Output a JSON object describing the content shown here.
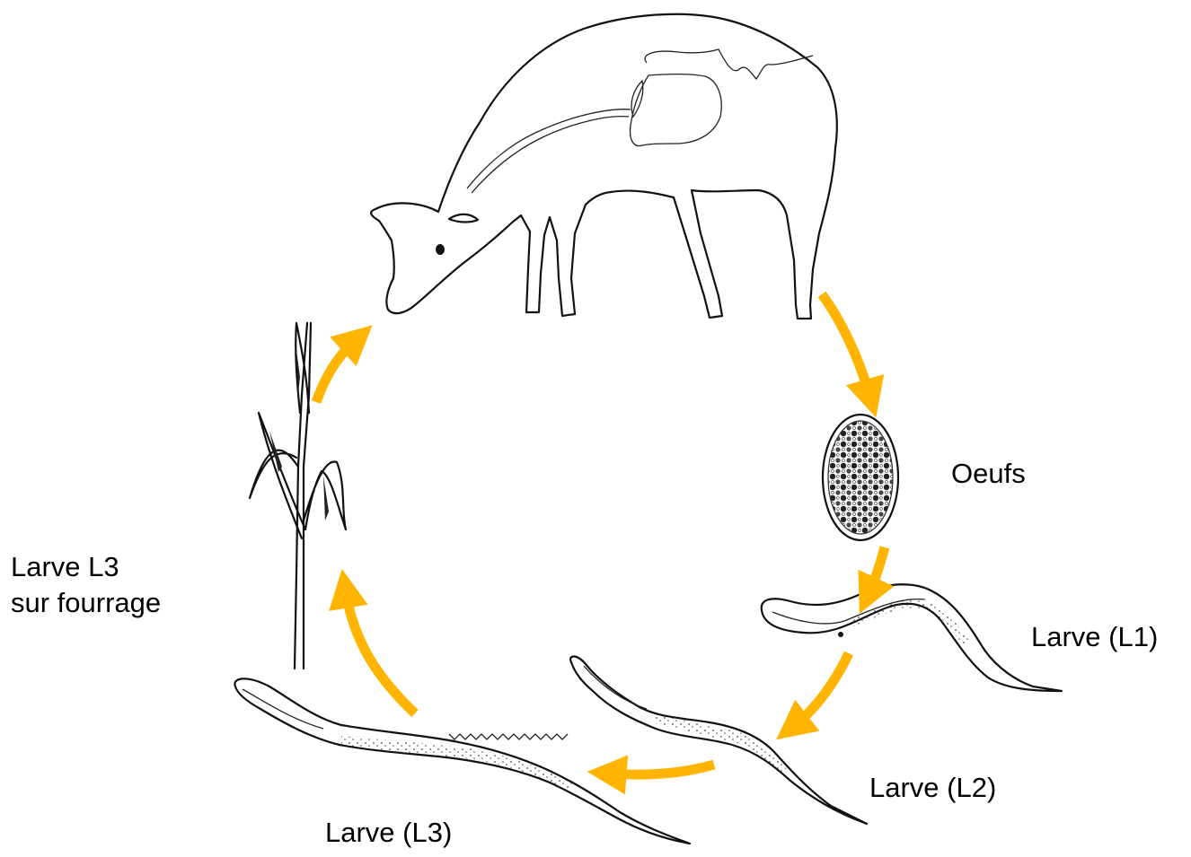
{
  "colors": {
    "arrow": "#FFB400",
    "line": "#111111",
    "background": "#FFFFFF"
  },
  "stages": {
    "eggs": "Oeufs",
    "l1": "Larve (L1)",
    "l2": "Larve (L2)",
    "l3": "Larve (L3)",
    "l3_forage_line1": "Larve L3",
    "l3_forage_line2": "sur fourrage"
  }
}
